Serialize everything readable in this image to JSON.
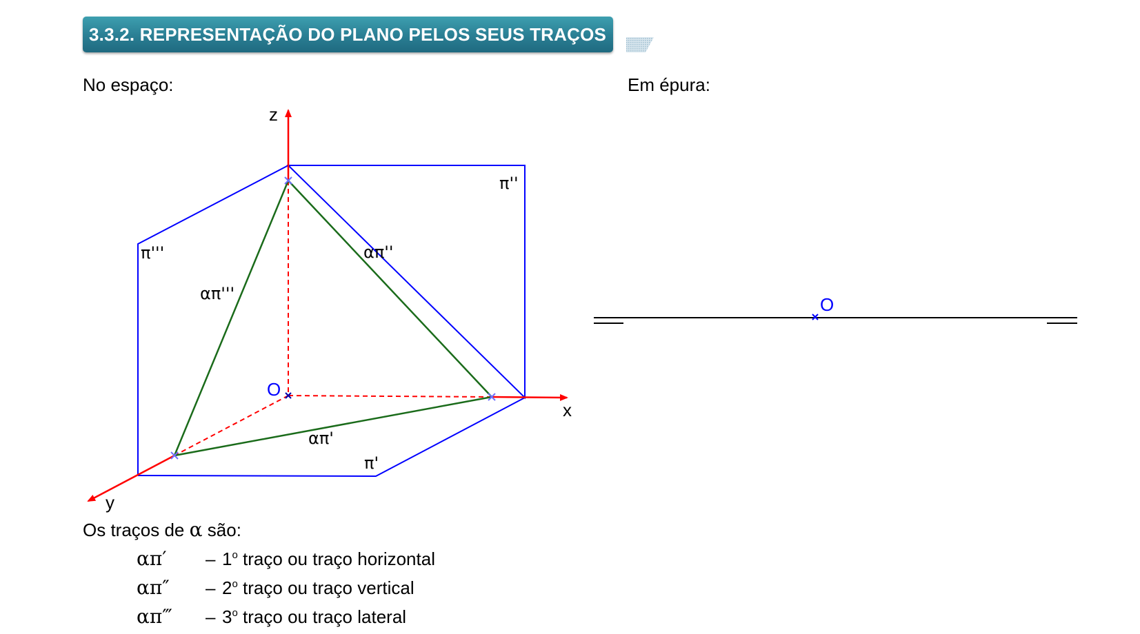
{
  "header": {
    "title": "3.3.2. REPRESENTAÇÃO DO PLANO PELOS SEUS TRAÇOS",
    "bg_color": "#2a7e93",
    "text_color": "#ffffff"
  },
  "sections": {
    "space_label": "No espaço:",
    "epure_label": "Em épura:"
  },
  "space_diagram": {
    "axis_z": "z",
    "axis_x": "x",
    "axis_y": "y",
    "origin": "O",
    "plane_vertical": "π''",
    "plane_horizontal": "π'",
    "plane_lateral": "π'''",
    "trace_vertical": "απ''",
    "trace_lateral": "απ'''",
    "trace_horizontal": "απ'",
    "colors": {
      "axes": "#ff0000",
      "planes": "#0000ff",
      "traces": "#1a6b1a",
      "markers": "#7070ff"
    }
  },
  "epure_diagram": {
    "origin": "O",
    "colors": {
      "line": "#000000",
      "origin": "#0000ff"
    }
  },
  "traces": {
    "intro_before": "Os traços de",
    "intro_symbol": "α",
    "intro_after": "são:",
    "items": [
      {
        "symbol": "απ′",
        "dash": "–",
        "ordinal": "1",
        "ordinal_mark": "o",
        "text": "traço ou traço horizontal"
      },
      {
        "symbol": "απ″",
        "dash": "–",
        "ordinal": "2",
        "ordinal_mark": "o",
        "text": "traço ou traço vertical"
      },
      {
        "symbol": "απ‴",
        "dash": "–",
        "ordinal": "3",
        "ordinal_mark": "o",
        "text": "traço ou traço lateral"
      }
    ]
  }
}
